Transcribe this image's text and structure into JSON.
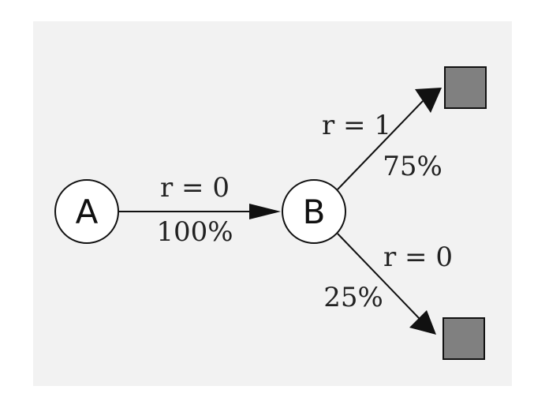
{
  "nodes": {
    "a": {
      "label": "A"
    },
    "b": {
      "label": "B"
    }
  },
  "edges": {
    "a_to_b": {
      "reward": "r = 0",
      "percent": "100%"
    },
    "b_to_top": {
      "reward": "r = 1",
      "percent": "75%"
    },
    "b_to_bottom": {
      "reward": "r = 0",
      "percent": "25%"
    }
  },
  "colors": {
    "background": "#f2f2f2",
    "terminal_fill": "#808080",
    "node_fill": "#ffffff",
    "stroke": "#111111"
  }
}
